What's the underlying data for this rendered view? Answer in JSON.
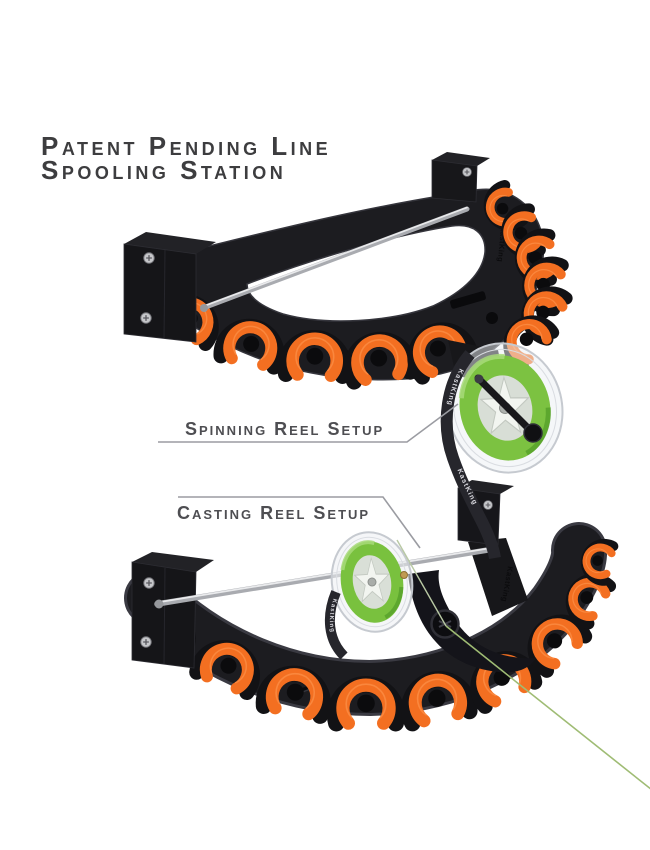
{
  "background": "#ffffff",
  "title": {
    "line1": "Patent Pending Line",
    "line2": "Spooling Station",
    "color": "#3d3d3f"
  },
  "callouts": {
    "spinning": {
      "label": "Spinning Reel Setup"
    },
    "casting": {
      "label": "Casting Reel Setup"
    },
    "text_color": "#4e4e52",
    "line_color": "#9b9ca2"
  },
  "brand": {
    "name": "KastKing"
  },
  "product_colors": {
    "body_black": "#1c1c20",
    "rod_holder_orange": "#f36f21",
    "spooled_line_green": "#7cc241",
    "rod_silver": "#b9bbc0",
    "strap_black": "#26262c",
    "spool_flange_clear": "#eef0f3",
    "fishing_line_green": "#9fbc74"
  }
}
